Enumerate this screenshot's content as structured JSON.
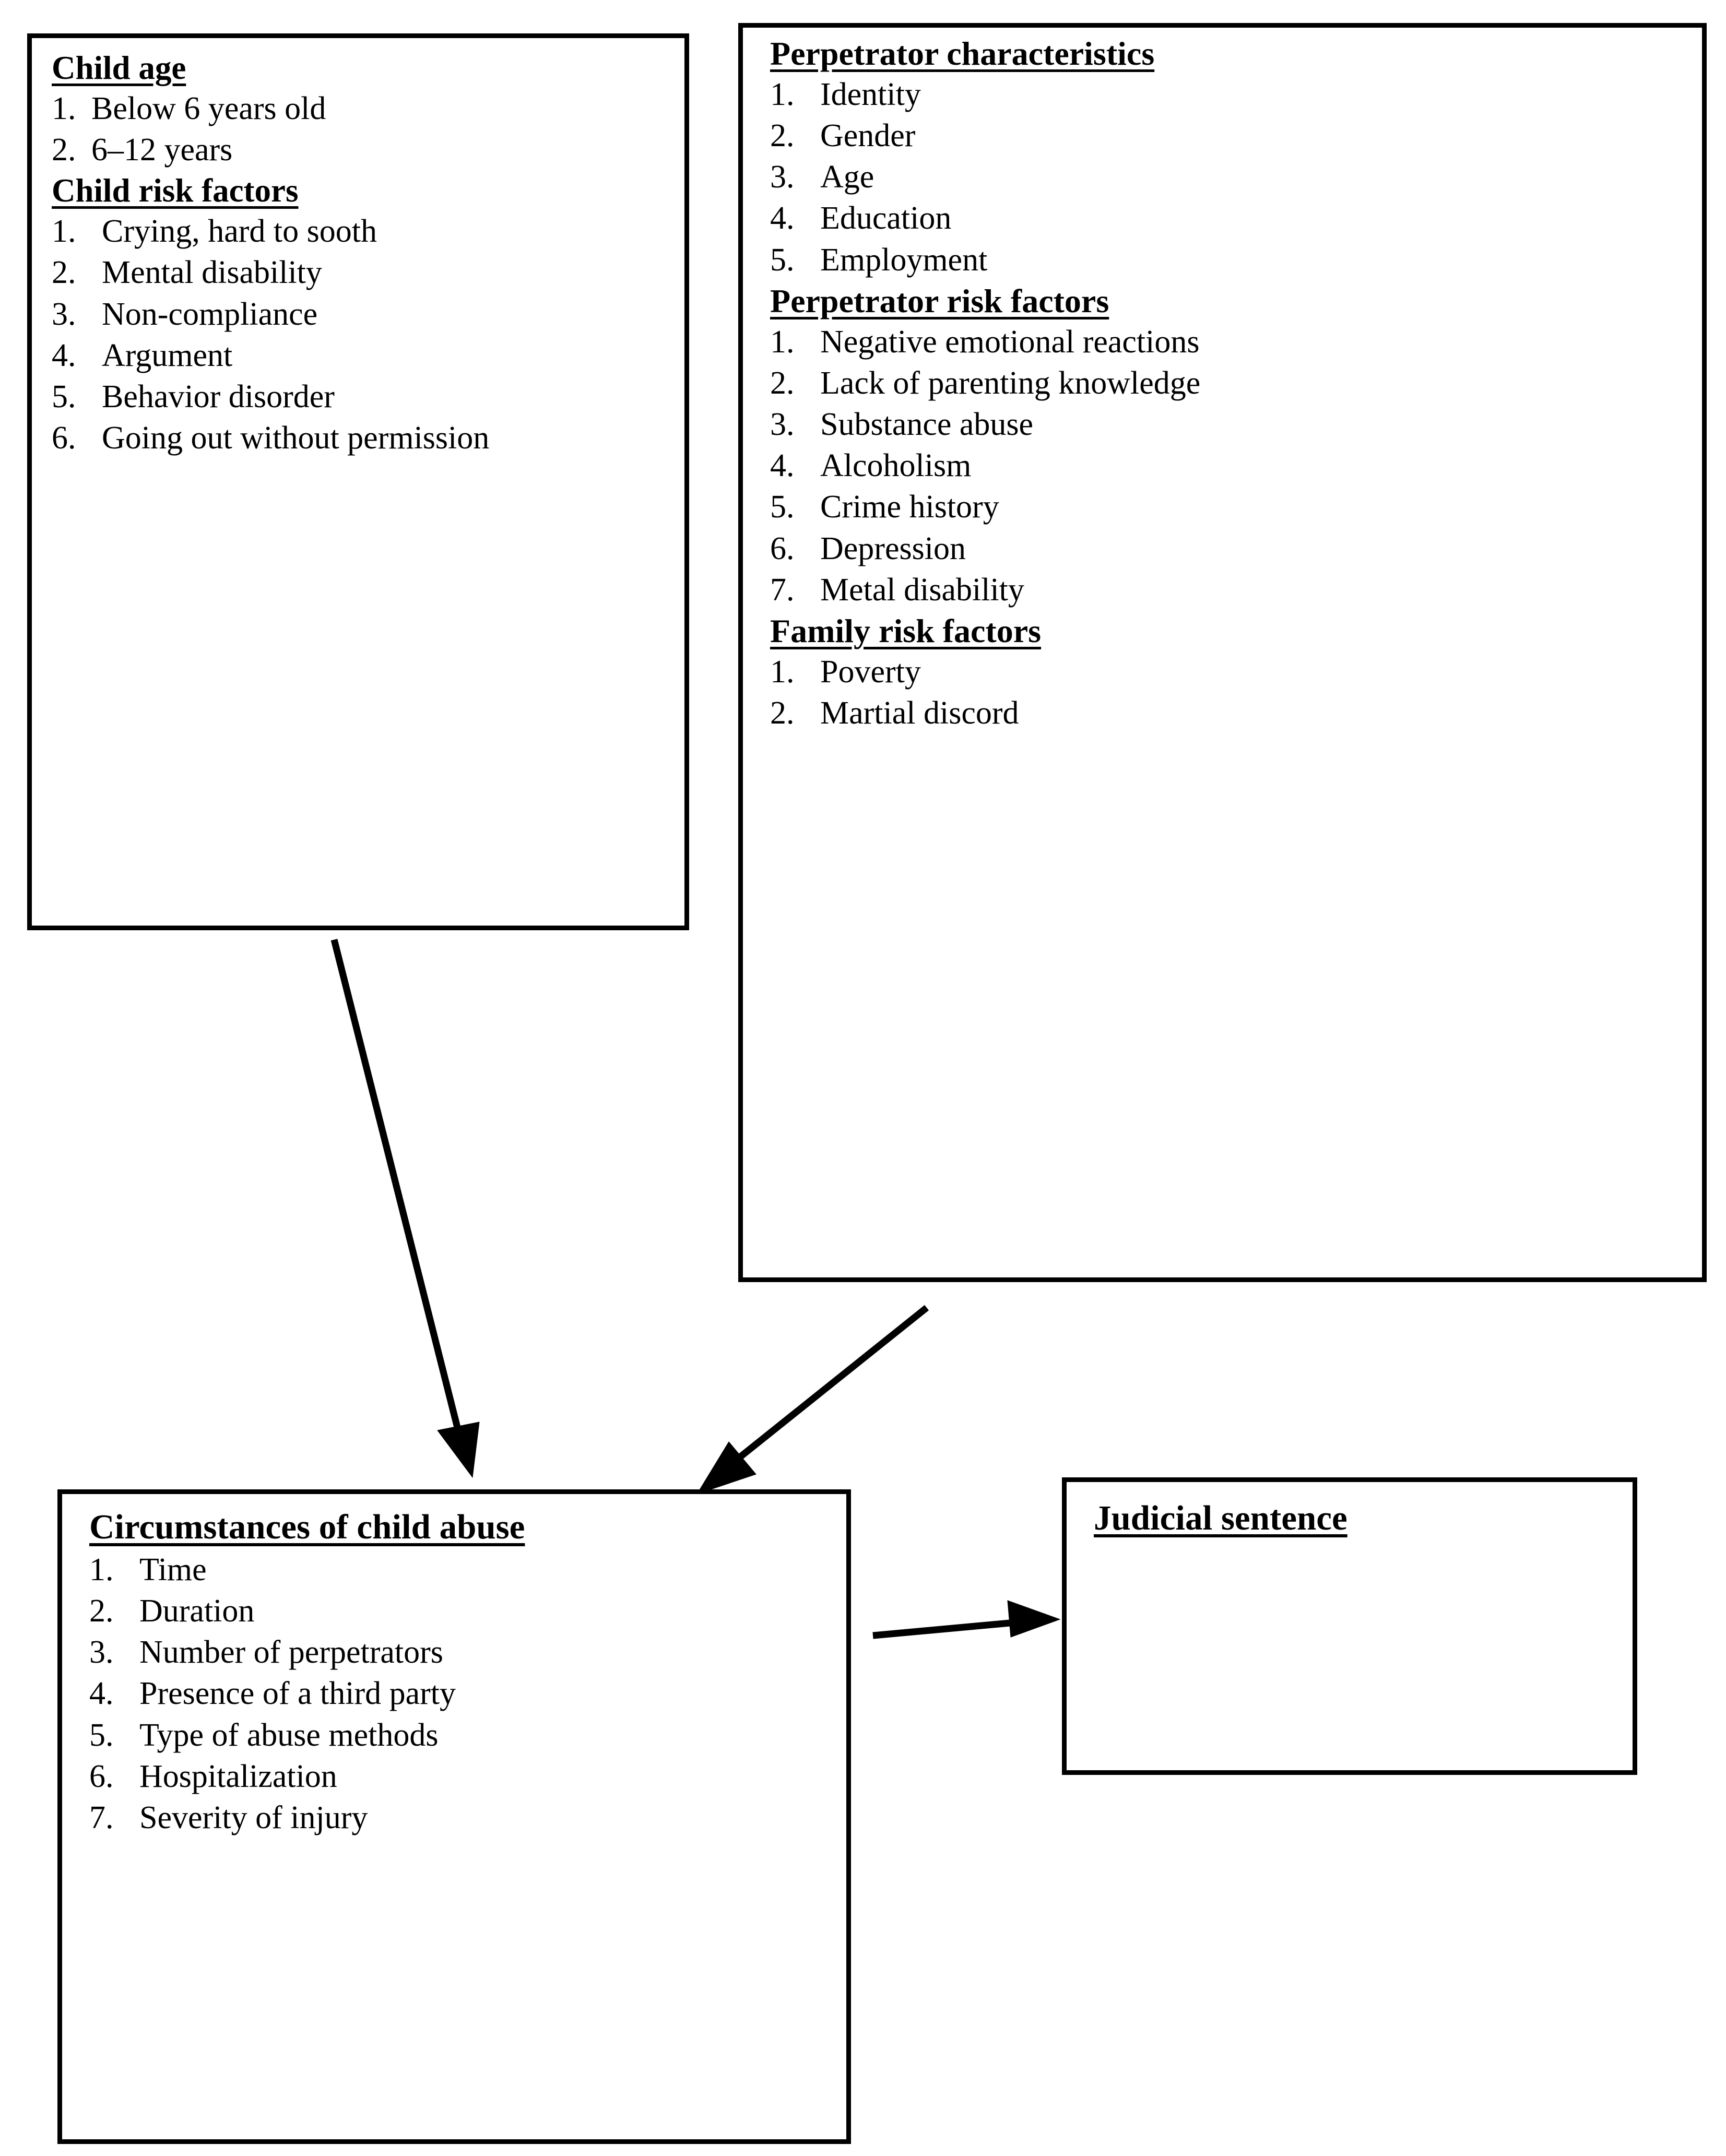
{
  "diagram": {
    "type": "flowchart",
    "boxes": [
      {
        "id": "child",
        "sections": [
          {
            "heading": "Child age",
            "items": [
              "Below 6 years old",
              "6–12 years"
            ]
          },
          {
            "heading": "Child risk factors",
            "items": [
              "Crying, hard to sooth",
              "Mental disability",
              "Non-compliance",
              "Argument",
              "Behavior disorder",
              "Going out without permission"
            ]
          }
        ]
      },
      {
        "id": "perpetrator",
        "sections": [
          {
            "heading": "Perpetrator characteristics",
            "items": [
              "Identity",
              "Gender",
              "Age",
              "Education",
              "Employment"
            ]
          },
          {
            "heading": "Perpetrator risk factors",
            "items": [
              "Negative emotional reactions",
              "Lack of parenting knowledge",
              "Substance abuse",
              "Alcoholism",
              "Crime history",
              "Depression",
              "Metal disability"
            ]
          },
          {
            "heading": "Family risk factors",
            "items": [
              "Poverty",
              "Martial discord"
            ]
          }
        ]
      },
      {
        "id": "circumstances",
        "sections": [
          {
            "heading": "Circumstances of child abuse",
            "items": [
              "Time",
              "Duration",
              "Number of perpetrators",
              "Presence of a third party",
              "Type of abuse methods",
              "Hospitalization",
              "Severity of injury"
            ]
          }
        ]
      },
      {
        "id": "judicial",
        "sections": [
          {
            "heading": "Judicial sentence",
            "items": []
          }
        ]
      }
    ],
    "arrows": [
      {
        "name": "child-to-circumstances",
        "from": "child",
        "to": "circumstances"
      },
      {
        "name": "perpetrator-to-circumstances",
        "from": "perpetrator",
        "to": "circumstances"
      },
      {
        "name": "circumstances-to-judicial",
        "from": "circumstances",
        "to": "judicial"
      }
    ],
    "numbering": [
      "1.",
      "2.",
      "3.",
      "4.",
      "5.",
      "6.",
      "7."
    ],
    "colors": {
      "stroke": "#000000",
      "background": "#ffffff",
      "text": "#000000"
    }
  }
}
